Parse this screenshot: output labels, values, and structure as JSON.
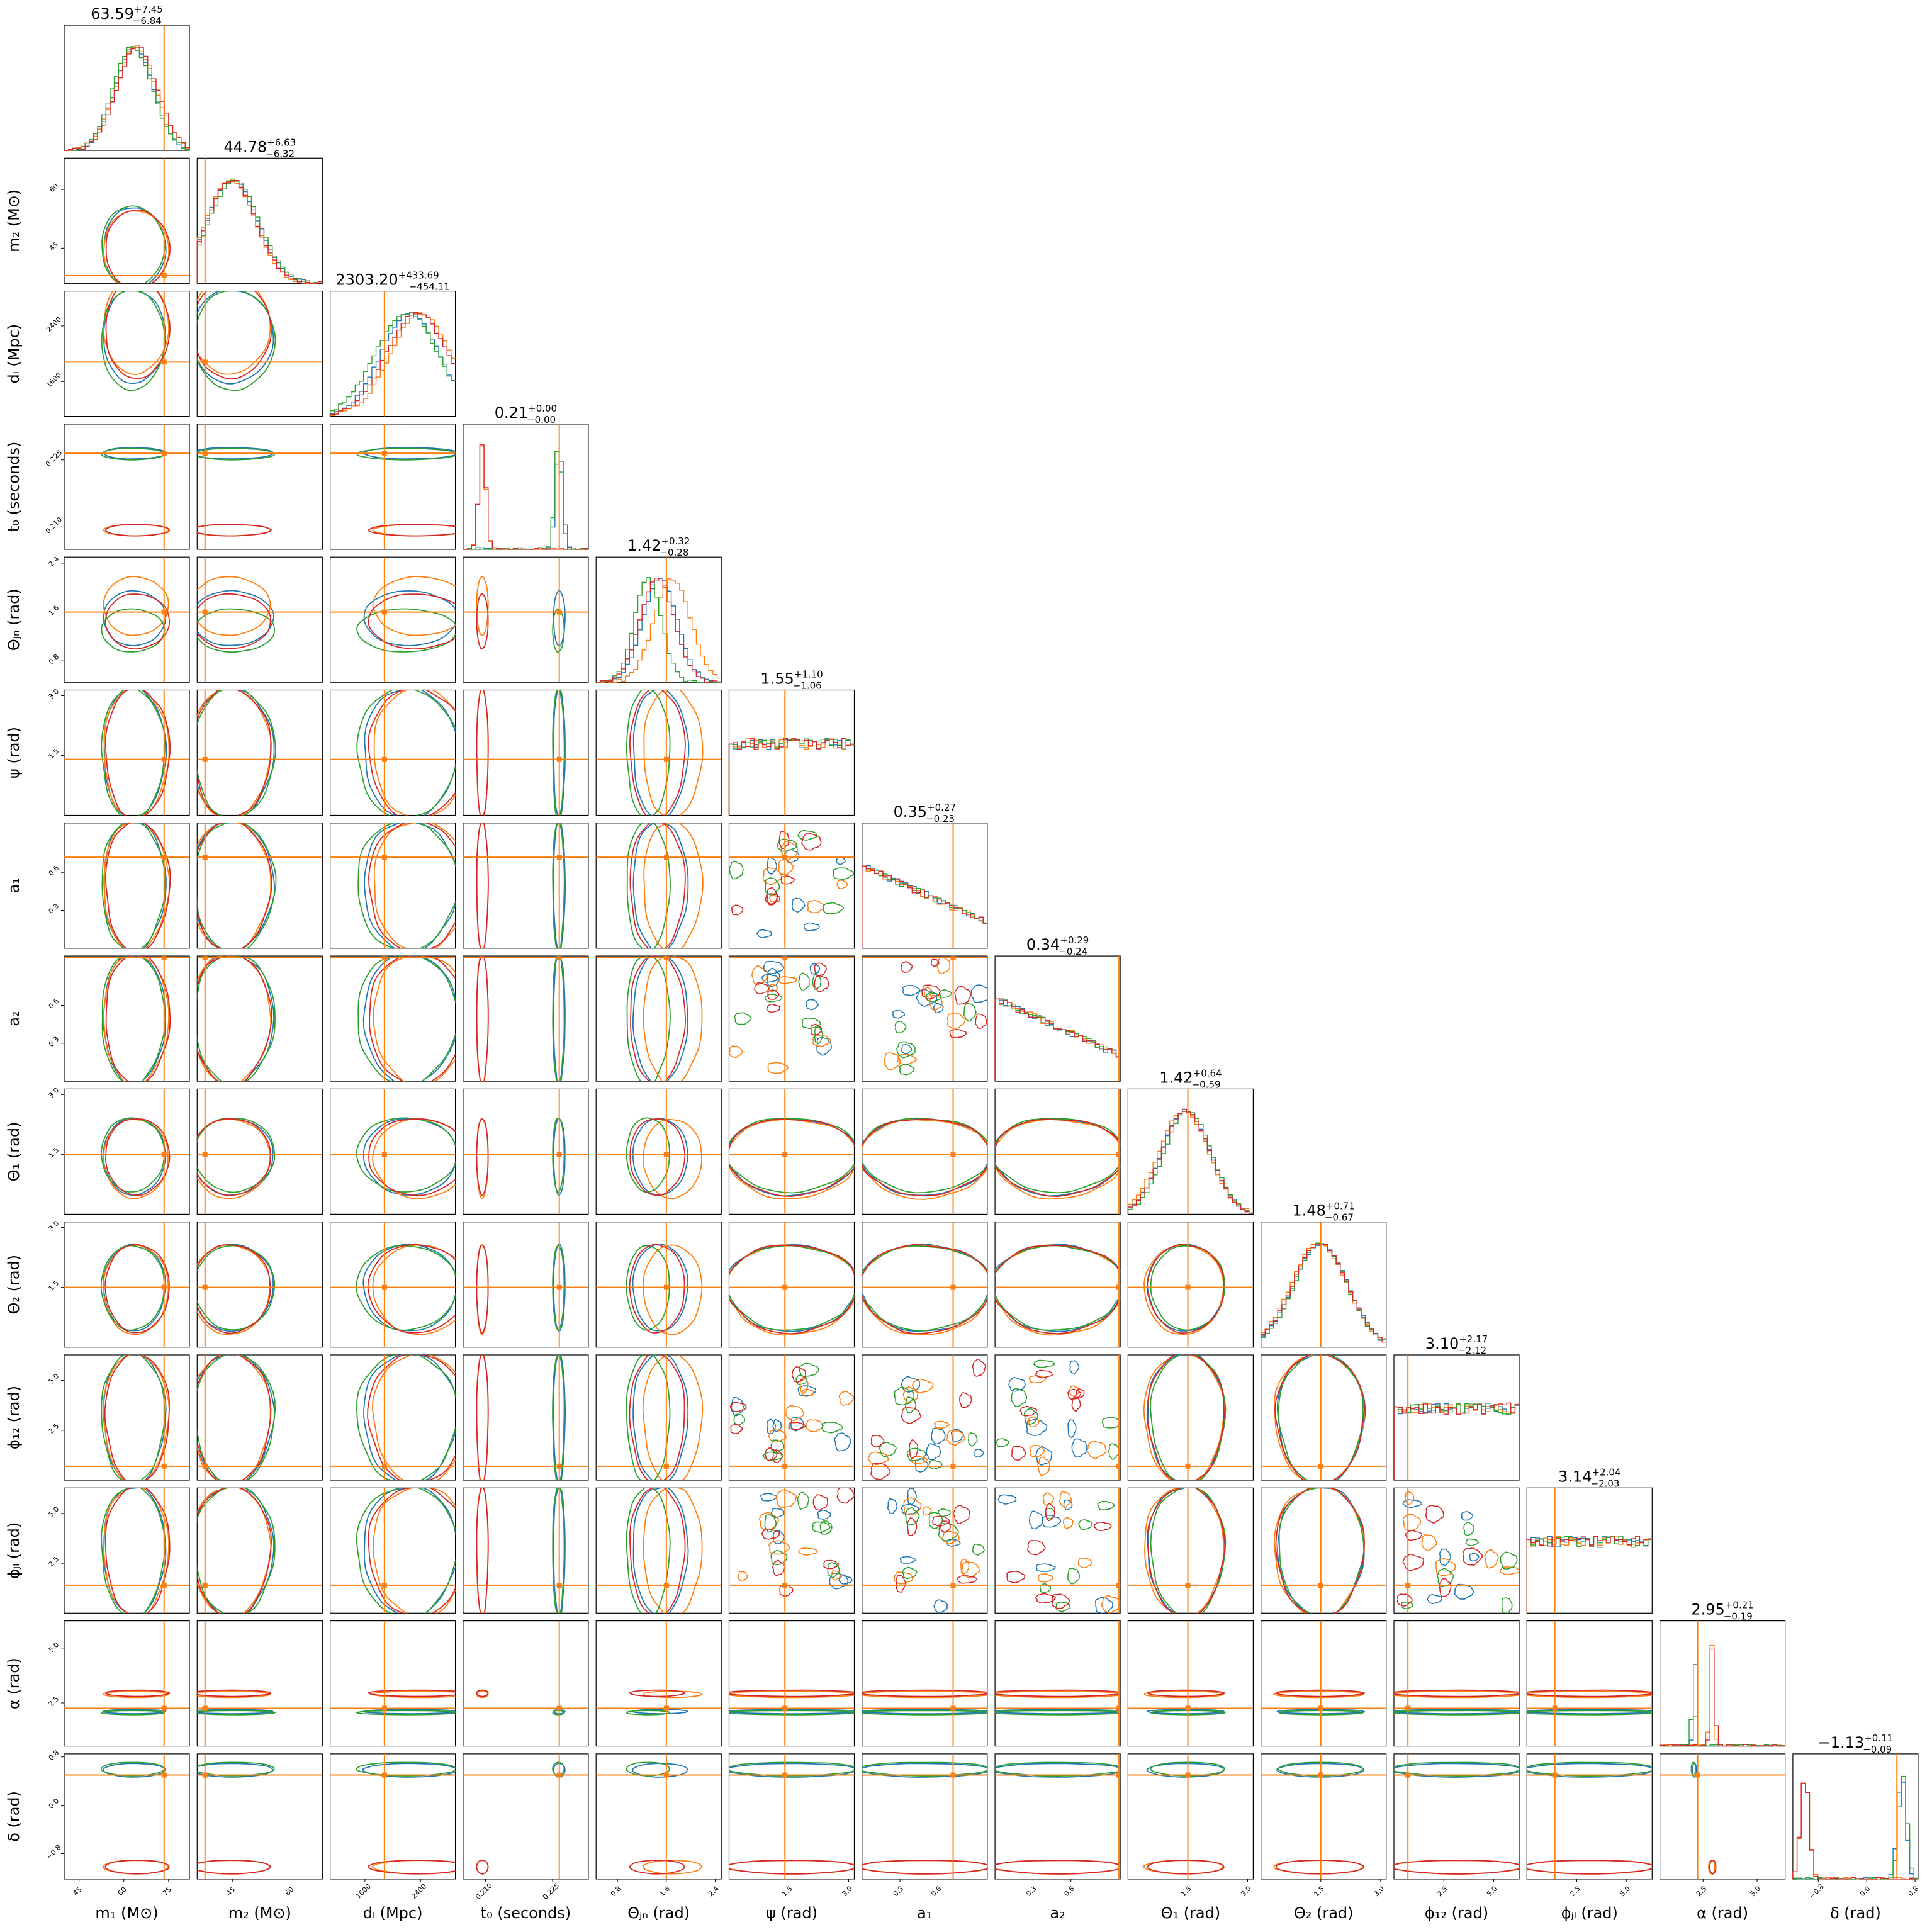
{
  "chart_data": {
    "type": "corner",
    "series": [
      {
        "color": "#1f77b4"
      },
      {
        "color": "#ff7f0e"
      },
      {
        "color": "#2ca02c"
      },
      {
        "color": "#d62728"
      }
    ],
    "truth_color": "#ff7f0e",
    "parameters": [
      {
        "key": "m1",
        "label": "m₁ (M⊙)",
        "range": [
          40,
          82
        ],
        "ticks": [
          "45",
          "60",
          "75"
        ],
        "tick_values": [
          45,
          60,
          75
        ],
        "title": "63.59",
        "plus": "+7.45",
        "minus": "−6.84",
        "truth": 73.5,
        "means": [
          63.5,
          64.0,
          63.0,
          64.5
        ],
        "sds": [
          6.5,
          6.8,
          6.6,
          6.7
        ]
      },
      {
        "key": "m2",
        "label": "m₂ (M⊙)",
        "range": [
          36,
          68
        ],
        "ticks": [
          "45",
          "60"
        ],
        "tick_values": [
          45,
          60
        ],
        "title": "44.78",
        "plus": "+6.63",
        "minus": "−6.32",
        "truth": 38,
        "means": [
          45,
          44.5,
          45.5,
          44.8
        ],
        "sds": [
          6.5,
          6.3,
          6.4,
          6.2
        ]
      },
      {
        "key": "dL",
        "label": "dₗ (Mpc)",
        "range": [
          1100,
          2900
        ],
        "ticks": [
          "1600",
          "2400"
        ],
        "tick_values": [
          1600,
          2400
        ],
        "title": "2303.20",
        "plus": "+433.69",
        "minus": "−454.11",
        "truth": 1880,
        "means": [
          2250,
          2400,
          2200,
          2350
        ],
        "sds": [
          420,
          430,
          450,
          440
        ]
      },
      {
        "key": "t0",
        "label": "t₀ (seconds)",
        "range": [
          0.205,
          0.233
        ],
        "ticks": [
          "0.210",
          "0.225"
        ],
        "tick_values": [
          0.21,
          0.225
        ],
        "title": "0.21",
        "plus": "+0.00",
        "minus": "−0.00",
        "truth": 0.2265,
        "means": [
          0.2265,
          0.2093,
          0.2263,
          0.2093
        ],
        "sds": [
          0.0008,
          0.0008,
          0.0008,
          0.0008
        ]
      },
      {
        "key": "theta_jn",
        "label": "Θⱼₙ (rad)",
        "range": [
          0.45,
          2.5
        ],
        "ticks": [
          "0.8",
          "1.6",
          "2.4"
        ],
        "tick_values": [
          0.8,
          1.6,
          2.4
        ],
        "title": "1.42",
        "plus": "+0.32",
        "minus": "−0.28",
        "truth": 1.6,
        "means": [
          1.5,
          1.7,
          1.3,
          1.45
        ],
        "sds": [
          0.28,
          0.3,
          0.22,
          0.28
        ]
      },
      {
        "key": "psi",
        "label": "ψ (rad)",
        "range": [
          0,
          3.14
        ],
        "ticks": [
          "1.5",
          "3.0"
        ],
        "tick_values": [
          1.5,
          3.0
        ],
        "title": "1.55",
        "plus": "+1.10",
        "minus": "−1.06",
        "truth": 1.4,
        "means": [
          1.57,
          1.57,
          1.57,
          1.57
        ],
        "sds": [
          0,
          0,
          0,
          0
        ],
        "uniform": true
      },
      {
        "key": "a1",
        "label": "a₁",
        "range": [
          0,
          0.99
        ],
        "ticks": [
          "0.3",
          "0.6"
        ],
        "tick_values": [
          0.3,
          0.6
        ],
        "title": "0.35",
        "plus": "+0.27",
        "minus": "−0.23",
        "truth": 0.72,
        "means": [
          0.35,
          0.35,
          0.35,
          0.35
        ],
        "sds": [
          0,
          0,
          0,
          0
        ],
        "decreasing": true
      },
      {
        "key": "a2",
        "label": "a₂",
        "range": [
          0,
          0.99
        ],
        "ticks": [
          "0.3",
          "0.6"
        ],
        "tick_values": [
          0.3,
          0.6
        ],
        "title": "0.34",
        "plus": "+0.29",
        "minus": "−0.24",
        "truth": 0.98,
        "means": [
          0.34,
          0.34,
          0.34,
          0.34
        ],
        "sds": [
          0,
          0,
          0,
          0
        ],
        "decreasing": true
      },
      {
        "key": "theta1",
        "label": "Θ₁ (rad)",
        "range": [
          0,
          3.14
        ],
        "ticks": [
          "1.5",
          "3.0"
        ],
        "tick_values": [
          1.5,
          3.0
        ],
        "title": "1.42",
        "plus": "+0.64",
        "minus": "−0.59",
        "truth": 1.5,
        "means": [
          1.45,
          1.4,
          1.5,
          1.45
        ],
        "sds": [
          0.6,
          0.62,
          0.58,
          0.6
        ]
      },
      {
        "key": "theta2",
        "label": "Θ₂ (rad)",
        "range": [
          0,
          3.14
        ],
        "ticks": [
          "1.5",
          "3.0"
        ],
        "tick_values": [
          1.5,
          3.0
        ],
        "title": "1.48",
        "plus": "+0.71",
        "minus": "−0.67",
        "truth": 1.5,
        "means": [
          1.5,
          1.45,
          1.5,
          1.48
        ],
        "sds": [
          0.68,
          0.7,
          0.66,
          0.69
        ]
      },
      {
        "key": "phi12",
        "label": "ϕ₁₂ (rad)",
        "range": [
          0,
          6.28
        ],
        "ticks": [
          "2.5",
          "5.0"
        ],
        "tick_values": [
          2.5,
          5.0
        ],
        "title": "3.10",
        "plus": "+2.17",
        "minus": "−2.12",
        "truth": 0.7,
        "means": [
          3.14,
          3.14,
          3.14,
          3.14
        ],
        "sds": [
          0,
          0,
          0,
          0
        ],
        "uniform": true
      },
      {
        "key": "phi_jl",
        "label": "ϕⱼₗ (rad)",
        "range": [
          0,
          6.28
        ],
        "ticks": [
          "2.5",
          "5.0"
        ],
        "tick_values": [
          2.5,
          5.0
        ],
        "title": "3.14",
        "plus": "+2.04",
        "minus": "−2.03",
        "truth": 1.4,
        "means": [
          3.2,
          3.2,
          3.2,
          3.2
        ],
        "sds": [
          0,
          0,
          0,
          0
        ],
        "uniform": true
      },
      {
        "key": "alpha",
        "label": "α (rad)",
        "range": [
          0.5,
          6.3
        ],
        "ticks": [
          "2.5",
          "5.0"
        ],
        "tick_values": [
          2.5,
          5.0
        ],
        "title": "2.95",
        "plus": "+0.21",
        "minus": "−0.19",
        "truth": 2.25,
        "means": [
          2.1,
          2.9,
          2.05,
          2.95
        ],
        "sds": [
          0.06,
          0.09,
          0.06,
          0.09
        ]
      },
      {
        "key": "delta",
        "label": "δ (rad)",
        "range": [
          -1.22,
          0.85
        ],
        "ticks": [
          "−0.8",
          "0.0",
          "0.8"
        ],
        "tick_values": [
          -0.8,
          0.0,
          0.8
        ],
        "title": "−1.13",
        "plus": "+0.11",
        "minus": "−0.09",
        "truth": 0.5,
        "means": [
          0.58,
          -1.02,
          0.6,
          -1.02
        ],
        "sds": [
          0.07,
          0.07,
          0.07,
          0.07
        ]
      }
    ]
  }
}
